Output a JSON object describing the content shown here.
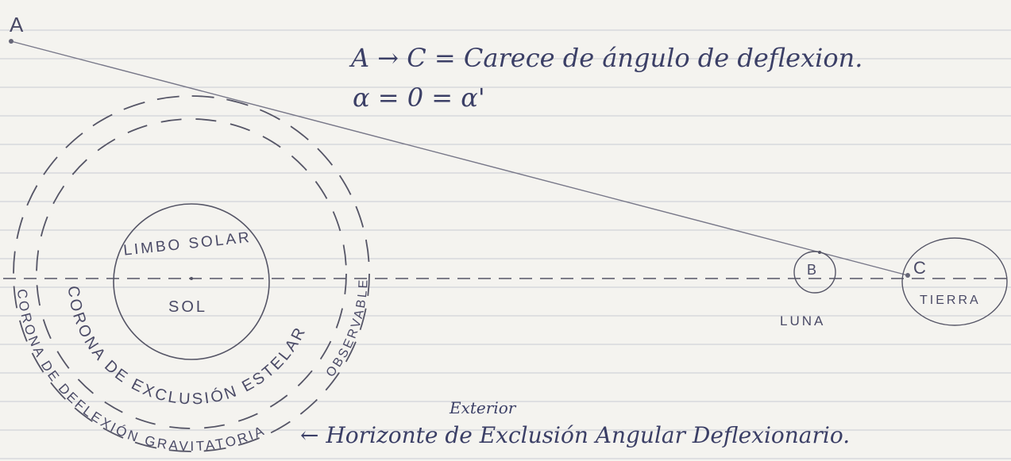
{
  "points": {
    "a": "A",
    "b": "B",
    "c": "C"
  },
  "formula": {
    "line1": "A → C = Carece de ángulo de deflexion.",
    "line2": "α = 0 = α'"
  },
  "labels": {
    "limbo": "LIMBO SOLAR",
    "sol": "SOL",
    "luna": "LUNA",
    "tierra": "TIERRA",
    "corona_exclusion": "CORONA DE EXCLUSIÓN ESTELAR",
    "corona_deflexion": "CORONA DE DEFLEXIÓN GRAVITATORIA",
    "observable": "OBSERVABLE",
    "exterior": "Exterior",
    "horizonte": "← Horizonte de Exclusión Angular Deflexionario."
  },
  "colors": {
    "paper": "#f4f3ef",
    "rule_line": "#c9cbd3",
    "ink_pencil": "#555566",
    "ink_blue": "#3b3f66"
  }
}
